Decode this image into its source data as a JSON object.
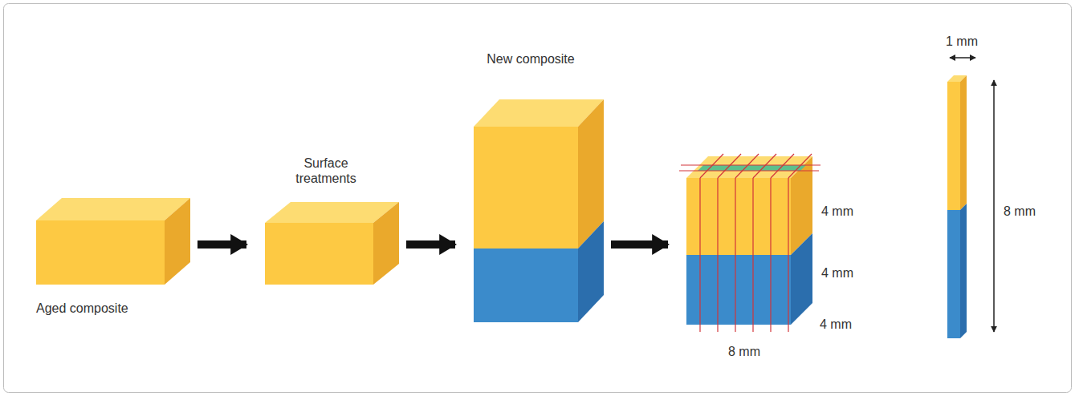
{
  "diagram": {
    "nodes": [
      {
        "text": [
          "Aged composite"
        ]
      },
      {
        "text": [
          "Surface treatments"
        ]
      },
      {
        "text": [
          "New composite"
        ]
      },
      {
        "text": [
          "4 mm",
          "4 mm",
          "4 mm",
          "8 mm"
        ]
      }
    ],
    "edges": [
      {
        "from": 0,
        "to": 1,
        "arrow": "to"
      },
      {
        "from": 1,
        "to": 2,
        "arrow": "to"
      },
      {
        "from": 2,
        "to": 3,
        "arrow": "to"
      }
    ],
    "labels": [
      "1 mm",
      "8 mm"
    ]
  }
}
